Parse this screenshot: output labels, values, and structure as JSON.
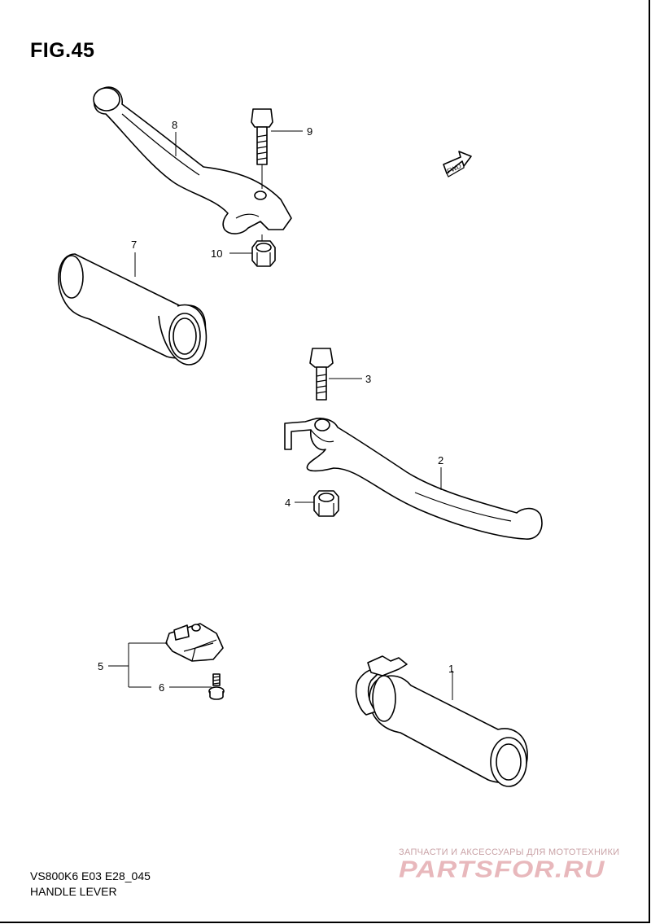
{
  "figure": {
    "title": "FIG.45",
    "model_code": "VS800K6 E03 E28_045",
    "caption": "HANDLE LEVER",
    "fwd_label": "FWD"
  },
  "watermark": {
    "tagline": "ЗАПЧАСТИ И АКСЕССУАРЫ ДЛЯ МОТОТЕХНИКИ",
    "logo": "PARTSFOR.RU"
  },
  "callouts": {
    "p1": "1",
    "p2": "2",
    "p3": "3",
    "p4": "4",
    "p5": "5",
    "p6": "6",
    "p7": "7",
    "p8": "8",
    "p9": "9",
    "p10": "10"
  }
}
